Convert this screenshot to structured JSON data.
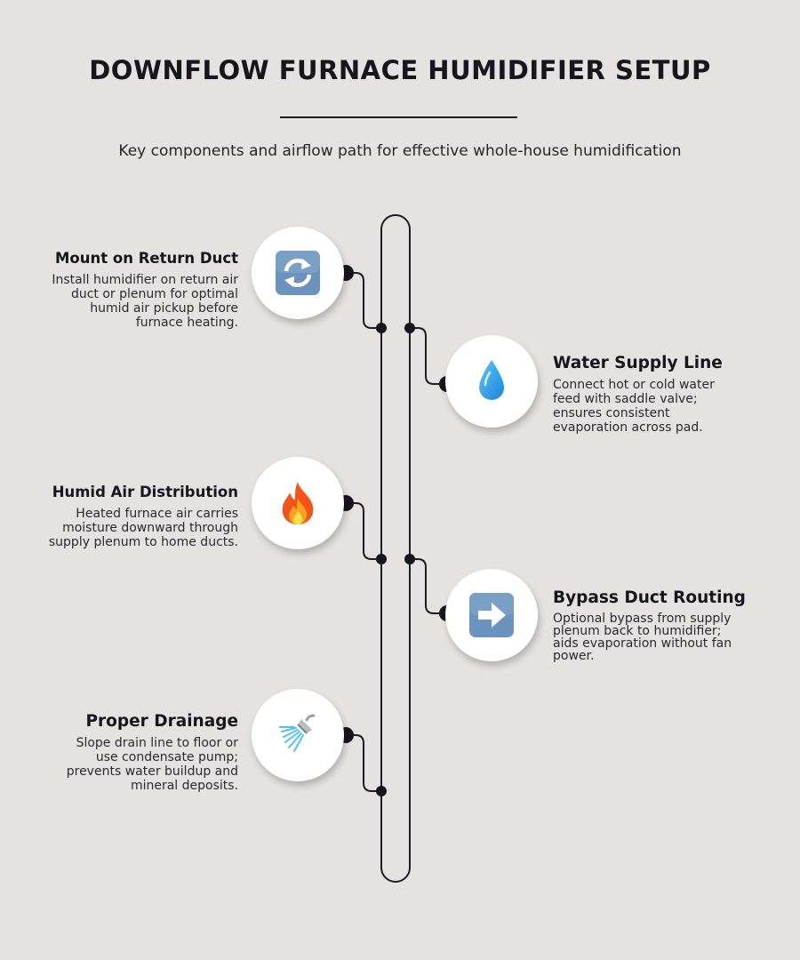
{
  "title": "DOWNFLOW FURNACE HUMIDIFIER SETUP",
  "subtitle": "Key components and airflow path for effective whole-house humidification",
  "steps": [
    {
      "title": "Mount on Return Duct",
      "desc": "Install humidifier on return air duct or plenum for optimal humid air pickup before furnace heating.",
      "icon": "cycle-arrows-icon"
    },
    {
      "title": "Water Supply Line",
      "desc": "Connect hot or cold water feed with saddle valve; ensures consistent evaporation across pad.",
      "icon": "water-drop-icon"
    },
    {
      "title": "Humid Air Distribution",
      "desc": "Heated furnace air carries moisture downward through supply plenum to home ducts.",
      "icon": "fire-icon"
    },
    {
      "title": "Bypass Duct Routing",
      "desc": "Optional bypass from supply plenum back to humidifier; aids evaporation without fan power.",
      "icon": "right-arrow-icon"
    },
    {
      "title": "Proper Drainage",
      "desc": "Slope drain line to floor or use condensate pump; prevents water buildup and mineral deposits.",
      "icon": "shower-head-icon"
    }
  ],
  "colors": {
    "background": "#e6e2e1",
    "ink": "#1c1c22",
    "icon_blue": "#5b87b4",
    "water_blue": "#2aa3e8",
    "fire_orange": "#f26a1b"
  }
}
